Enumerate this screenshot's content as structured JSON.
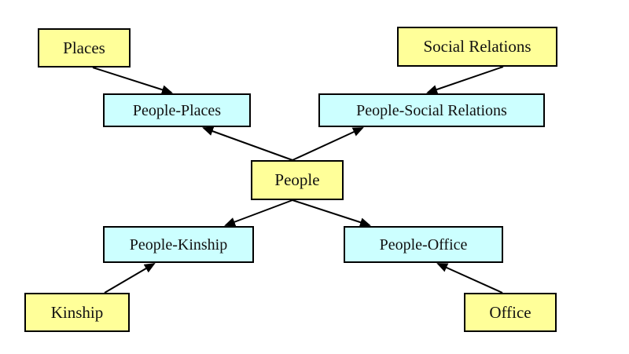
{
  "colors": {
    "entity_fill": "#ffff99",
    "link_fill": "#ccffff",
    "border": "#000000",
    "arrow": "#000000"
  },
  "nodes": {
    "places": {
      "label": "Places",
      "kind": "entity"
    },
    "social_relations": {
      "label": "Social Relations",
      "kind": "entity"
    },
    "people_places": {
      "label": "People-Places",
      "kind": "link"
    },
    "people_social_relations": {
      "label": "People-Social Relations",
      "kind": "link"
    },
    "people": {
      "label": "People",
      "kind": "entity"
    },
    "people_kinship": {
      "label": "People-Kinship",
      "kind": "link"
    },
    "people_office": {
      "label": "People-Office",
      "kind": "link"
    },
    "kinship": {
      "label": "Kinship",
      "kind": "entity"
    },
    "office": {
      "label": "Office",
      "kind": "entity"
    }
  },
  "edges": [
    {
      "from": "places",
      "to": "people_places"
    },
    {
      "from": "social_relations",
      "to": "people_social_relations"
    },
    {
      "from": "people",
      "to": "people_places"
    },
    {
      "from": "people",
      "to": "people_social_relations"
    },
    {
      "from": "people",
      "to": "people_kinship"
    },
    {
      "from": "people",
      "to": "people_office"
    },
    {
      "from": "kinship",
      "to": "people_kinship"
    },
    {
      "from": "office",
      "to": "people_office"
    }
  ]
}
